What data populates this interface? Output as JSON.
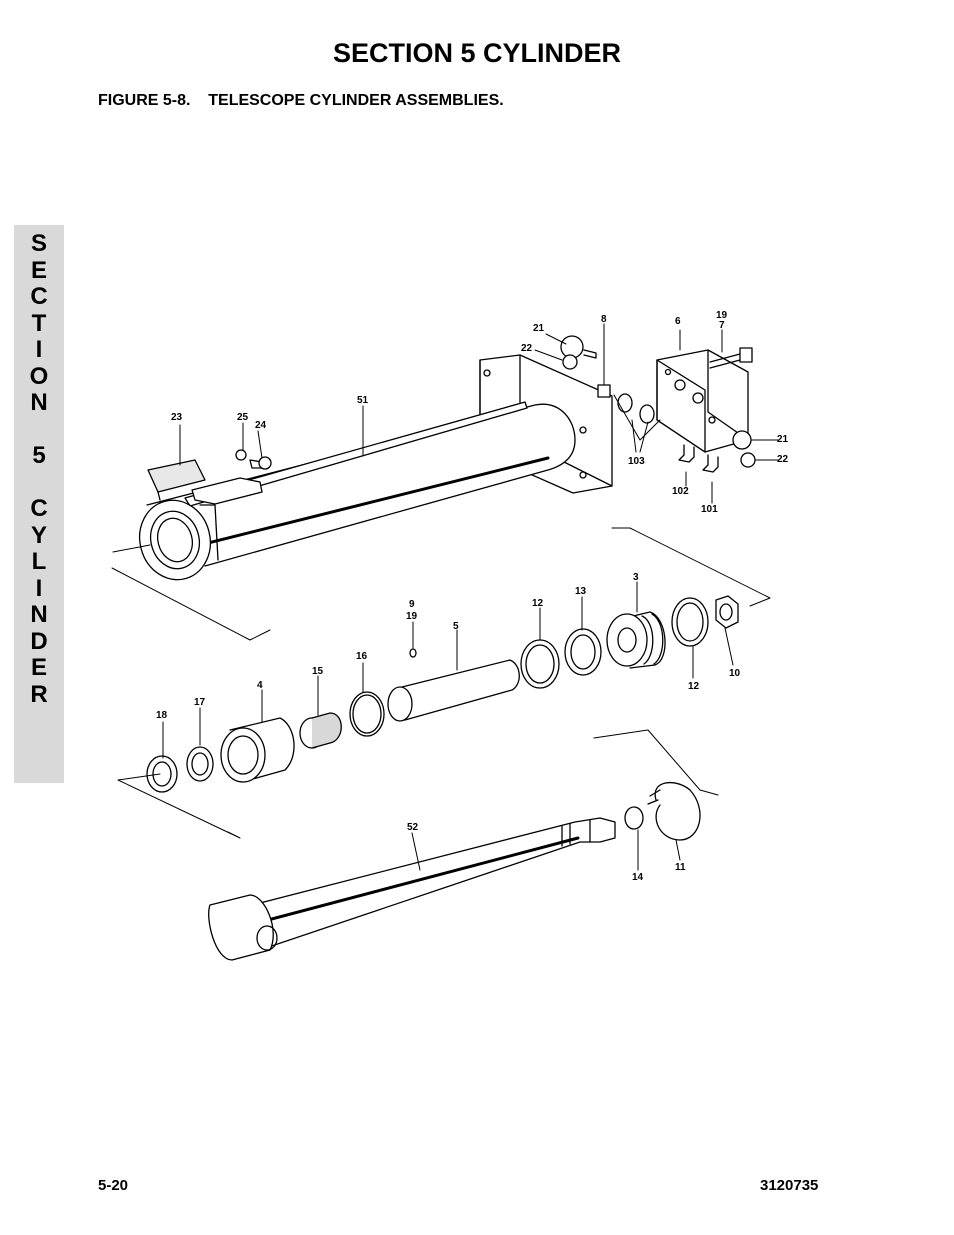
{
  "header": {
    "section_title": "SECTION 5  CYLINDER",
    "figure_title": "FIGURE 5-8.    TELESCOPE CYLINDER ASSEMBLIES."
  },
  "side_tab": {
    "letters": [
      "S",
      "E",
      "C",
      "T",
      "I",
      "O",
      "N",
      "",
      "5",
      "",
      "C",
      "Y",
      "L",
      "I",
      "N",
      "D",
      "E",
      "R"
    ],
    "background": "#d9d9d9"
  },
  "callouts": {
    "c3": "3",
    "c4": "4",
    "c5": "5",
    "c6": "6",
    "c7": "7",
    "c8": "8",
    "c9": "9",
    "c10": "10",
    "c11": "11",
    "c12a": "12",
    "c12b": "12",
    "c13": "13",
    "c14": "14",
    "c15": "15",
    "c16": "16",
    "c17": "17",
    "c18": "18",
    "c19a": "19",
    "c19b": "19",
    "c21a": "21",
    "c21b": "21",
    "c22a": "22",
    "c22b": "22",
    "c23": "23",
    "c24": "24",
    "c25": "25",
    "c51": "51",
    "c52": "52",
    "c101": "101",
    "c102": "102",
    "c103": "103"
  },
  "footer": {
    "page_number": "5-20",
    "document_number": "3120735"
  }
}
